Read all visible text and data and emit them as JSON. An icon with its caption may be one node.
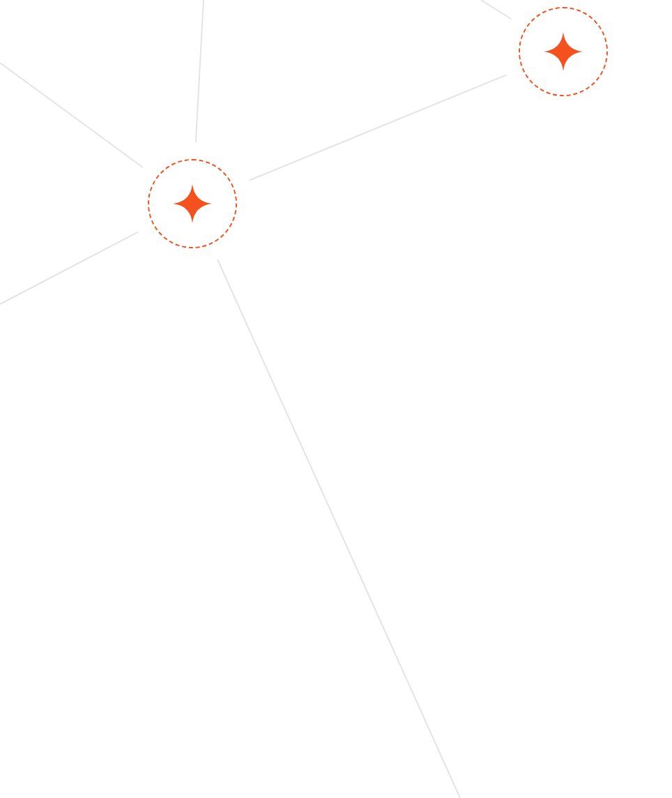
{
  "diagram": {
    "nodes": [
      {
        "text": [],
        "shape": "circle"
      },
      {
        "text": [],
        "shape": "circle"
      }
    ],
    "edges": [
      {
        "from": 0,
        "to": 1,
        "arrow": "none"
      },
      {
        "from": null,
        "to": 0,
        "arrow": "none"
      },
      {
        "from": null,
        "to": 0,
        "arrow": "none"
      },
      {
        "from": null,
        "to": 0,
        "arrow": "none"
      },
      {
        "from": 0,
        "to": null,
        "arrow": "none"
      },
      {
        "from": null,
        "to": 1,
        "arrow": "none"
      }
    ]
  }
}
